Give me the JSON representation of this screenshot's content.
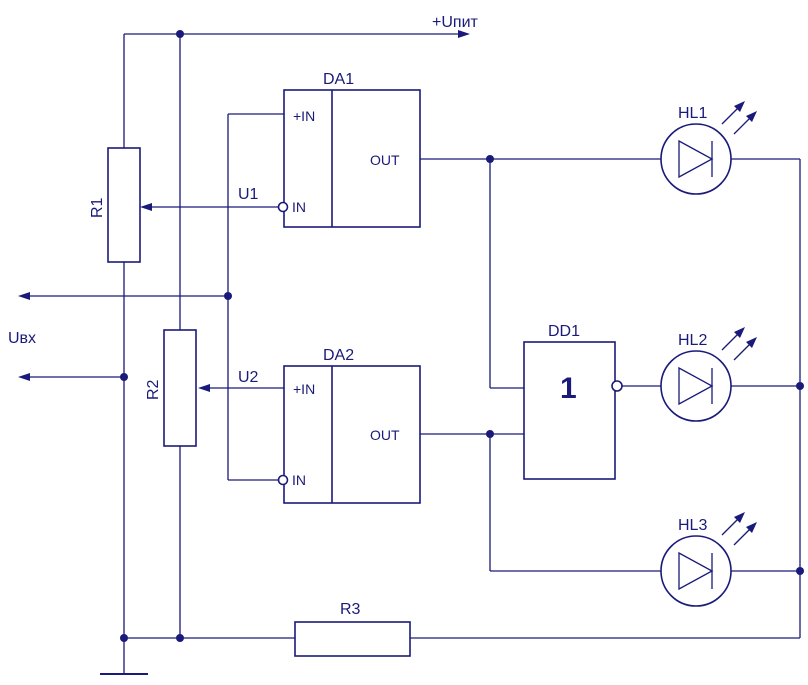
{
  "supply_label": "+Uпит",
  "input_label": "Uвх",
  "components": {
    "r1": "R1",
    "r2": "R2",
    "r3": "R3",
    "da1": {
      "name": "DA1",
      "in_plus": "+IN",
      "in_minus": "IN",
      "out": "OUT"
    },
    "da2": {
      "name": "DA2",
      "in_plus": "+IN",
      "in_minus": "IN",
      "out": "OUT"
    },
    "dd1": {
      "name": "DD1",
      "symbol": "1"
    },
    "hl1": "HL1",
    "hl2": "HL2",
    "hl3": "HL3"
  },
  "signals": {
    "u1": "U1",
    "u2": "U2"
  },
  "colors": {
    "ink": "#1a1a7a",
    "background": "#ffffff"
  }
}
